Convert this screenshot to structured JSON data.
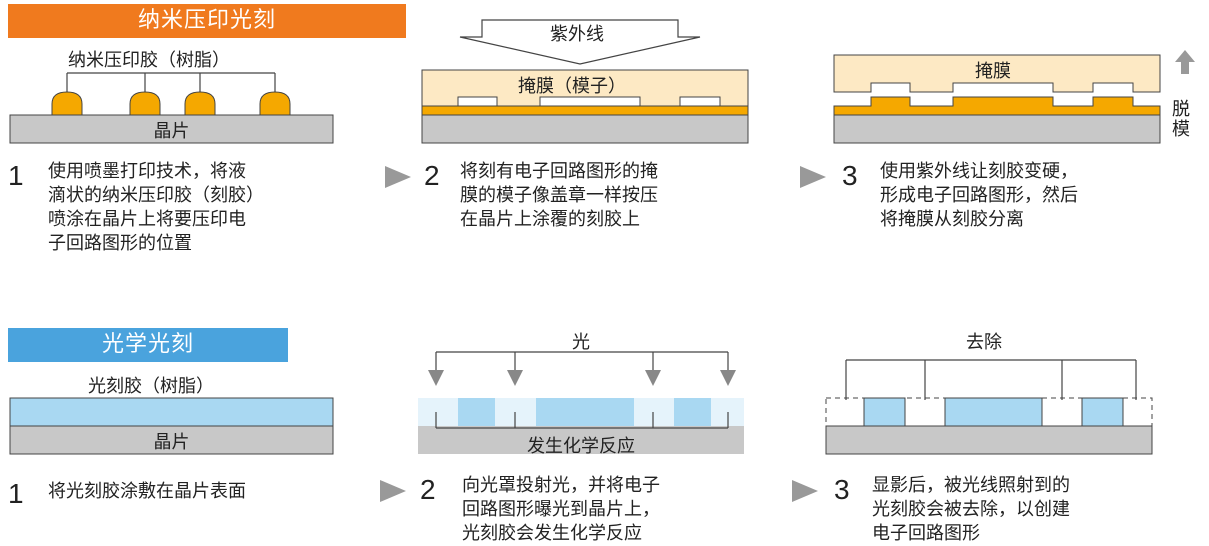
{
  "colors": {
    "nano_banner": "#f07a1e",
    "photo_banner": "#4aa3dd",
    "resin_orange": "#f5a800",
    "mold_beige": "#fde9c4",
    "photoresist_blue": "#a9d8f2",
    "wafer_gray": "#c8c8c8",
    "step_arrow_gray": "#999999"
  },
  "nanoimprint": {
    "title": "纳米压印光刻",
    "resin_label": "纳米压印胶（树脂）",
    "wafer_label": "晶片",
    "uv_label": "紫外线",
    "mold_label_step2": "掩膜（模子）",
    "mold_label_step3": "掩膜",
    "demold_label": "脱\n模",
    "steps": [
      {
        "num": "1",
        "text": "使用喷墨打印技术，将液\n滴状的纳米压印胶（刻胶）\n喷涂在晶片上将要压印电\n子回路图形的位置"
      },
      {
        "num": "2",
        "text": "将刻有电子回路图形的掩\n膜的模子像盖章一样按压\n在晶片上涂覆的刻胶上"
      },
      {
        "num": "3",
        "text": "使用紫外线让刻胶变硬，\n形成电子回路图形，然后\n将掩膜从刻胶分离"
      }
    ]
  },
  "photolithography": {
    "title": "光学光刻",
    "resist_label": "光刻胶（树脂）",
    "wafer_label": "晶片",
    "light_label": "光",
    "reaction_label": "发生化学反应",
    "remove_label": "去除",
    "steps": [
      {
        "num": "1",
        "text": "将光刻胶涂敷在晶片表面"
      },
      {
        "num": "2",
        "text": "向光罩投射光，并将电子\n回路图形曝光到晶片上，\n光刻胶会发生化学反应"
      },
      {
        "num": "3",
        "text": "显影后，被光线照射到的\n光刻胶会被去除，以创建\n电子回路图形"
      }
    ]
  }
}
